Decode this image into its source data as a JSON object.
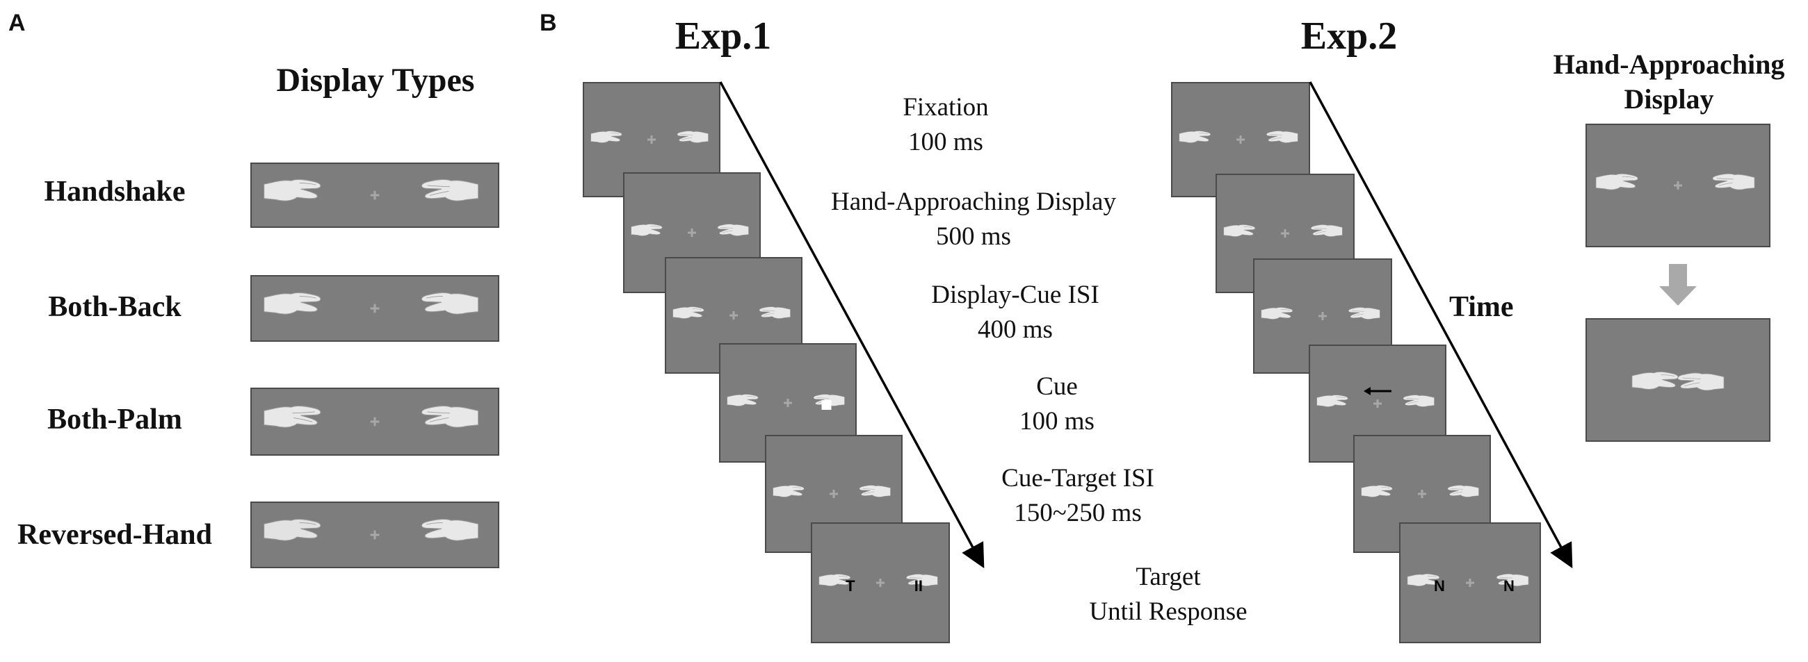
{
  "panels": {
    "a_letter": "A",
    "b_letter": "B"
  },
  "display_types": {
    "heading": "Display Types",
    "rows": [
      {
        "label": "Handshake",
        "variant": "handshake"
      },
      {
        "label": "Both-Back",
        "variant": "both-back"
      },
      {
        "label": "Both-Palm",
        "variant": "both-palm"
      },
      {
        "label": "Reversed-Hand",
        "variant": "reversed"
      }
    ]
  },
  "exp1": {
    "title": "Exp.1",
    "frames": [
      {
        "content": "fixation"
      },
      {
        "content": "hands"
      },
      {
        "content": "hands"
      },
      {
        "content": "square-cue"
      },
      {
        "content": "hands"
      },
      {
        "content": "target-letters",
        "left_letter": "T",
        "right_letter": "II"
      }
    ]
  },
  "exp2": {
    "title": "Exp.2",
    "time_label": "Time",
    "frames": [
      {
        "content": "fixation"
      },
      {
        "content": "hands"
      },
      {
        "content": "hands"
      },
      {
        "content": "arrow-cue"
      },
      {
        "content": "hands"
      },
      {
        "content": "target-letters",
        "left_letter": "N",
        "right_letter": "N"
      }
    ]
  },
  "steps": [
    {
      "name": "Fixation",
      "duration": "100 ms"
    },
    {
      "name": "Hand-Approaching Display",
      "duration": "500 ms"
    },
    {
      "name": "Display-Cue ISI",
      "duration": "400 ms"
    },
    {
      "name": "Cue",
      "duration": "100 ms"
    },
    {
      "name": "Cue-Target ISI",
      "duration": "150~250 ms"
    },
    {
      "name": "Target",
      "duration": "Until Response"
    }
  ],
  "hand_approaching": {
    "heading_line1": "Hand-Approaching",
    "heading_line2": "Display"
  },
  "colors": {
    "stimulus_bg": "#7d7d7d",
    "stimulus_border": "#4a4a4a",
    "hand_fill": "#e8e8e8",
    "hand_outline": "#9a9a9a",
    "fixation": "#a8a8a8",
    "down_arrow": "#a9a9a9",
    "timeline": "#000000"
  }
}
